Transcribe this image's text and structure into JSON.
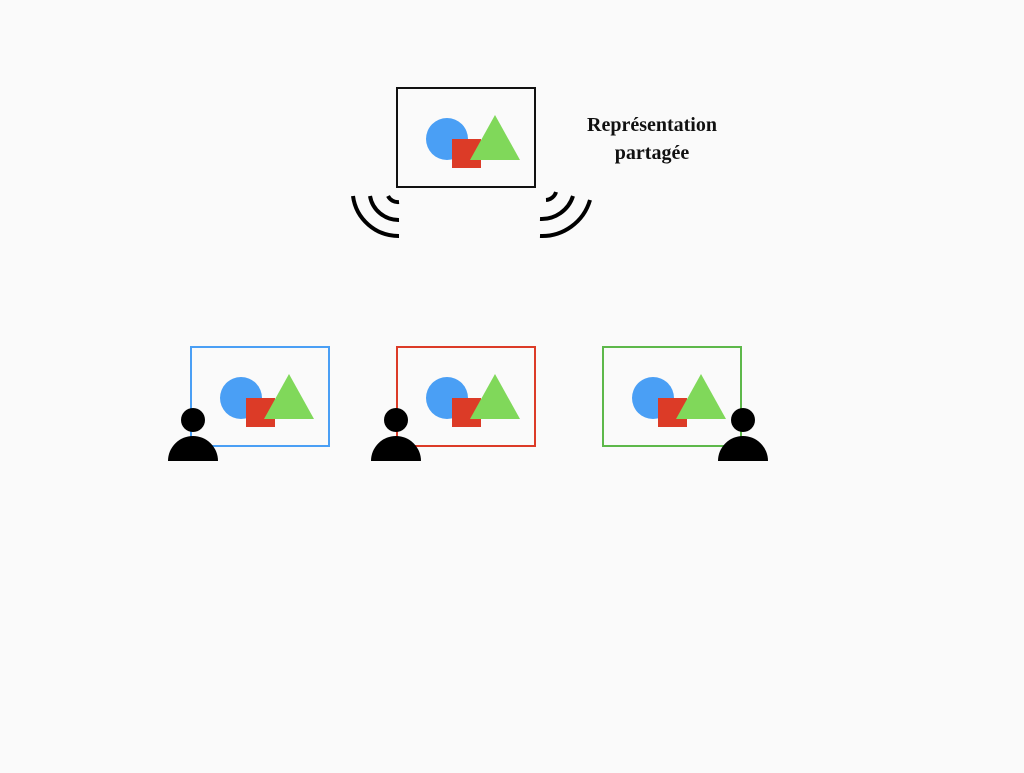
{
  "caption": {
    "line1": "Représentation",
    "line2": "partagée"
  },
  "colors": {
    "background": "#fafafa",
    "shared_frame": "#111111",
    "circle": "#4a9ff5",
    "square": "#dc3b27",
    "triangle": "#80d85a",
    "user": "#000000"
  },
  "shared_view": {
    "frame_color": "#111111",
    "icon": "wireless-broadcast-icon"
  },
  "local_views": [
    {
      "name": "blue-user-view",
      "frame_color": "#4a9ff5",
      "user_side": "left"
    },
    {
      "name": "red-user-view",
      "frame_color": "#dc3b27",
      "user_side": "left"
    },
    {
      "name": "green-user-view",
      "frame_color": "#5db84a",
      "user_side": "right"
    }
  ]
}
